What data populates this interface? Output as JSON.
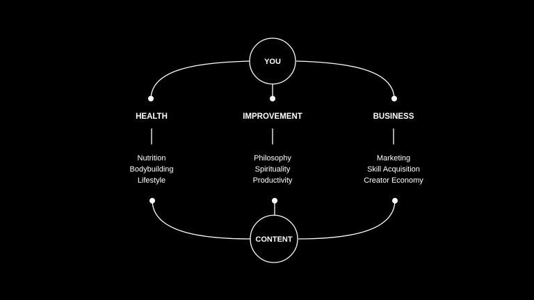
{
  "colors": {
    "background": "#000000",
    "foreground": "#ffffff"
  },
  "top_node": {
    "label": "YOU"
  },
  "bottom_node": {
    "label": "CONTENT"
  },
  "columns": [
    {
      "heading": "HEALTH",
      "items": [
        "Nutrition",
        "Bodybuilding",
        "Lifestyle"
      ]
    },
    {
      "heading": "IMPROVEMENT",
      "items": [
        "Philosophy",
        "Spirituality",
        "Productivity"
      ]
    },
    {
      "heading": "BUSINESS",
      "items": [
        "Marketing",
        "Skill Acquisition",
        "Creator Economy"
      ]
    }
  ]
}
